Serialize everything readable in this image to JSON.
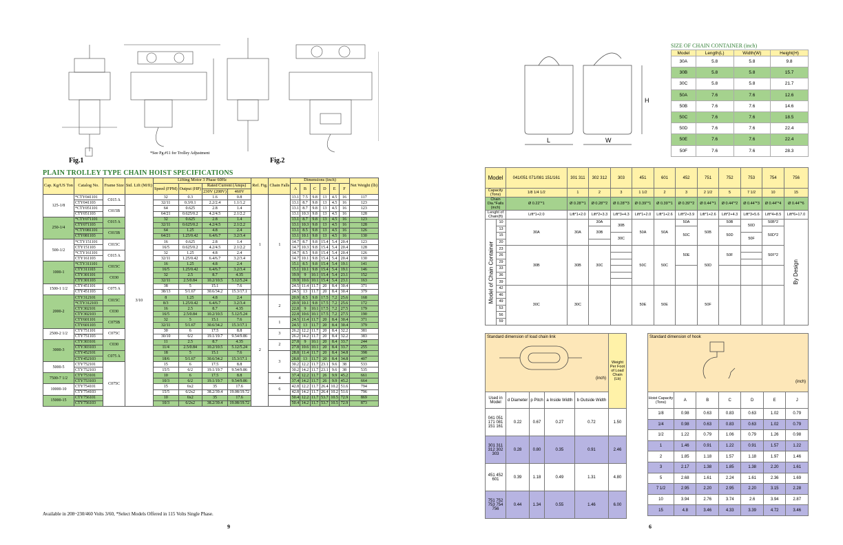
{
  "left_page": {
    "fig1": "Fig.1",
    "fig2": "Fig.2",
    "note": "*See Pg.#11 for Trolley Adjustment",
    "title": "PLAIN TROLLEY TYPE CHAIN HOIST SPECIFICATIONS",
    "headers": {
      "cap": "Cap. Kg/US Ton",
      "catalog": "Catalog No.",
      "frame": "Frame Size",
      "lift": "Std. Lift (M/ft)",
      "motor": "Lifting Motor 3 Phase 60Hz",
      "speed": "Speed (FPM)",
      "output": "Output (HP)",
      "rated": "Rated Current (Amps)",
      "v230": "230V (208V)",
      "v460": "460V",
      "ref": "Ref. Fig.",
      "falls": "Chain Falls",
      "dims": "Dimensions (inch)",
      "dA": "A",
      "dB": "B",
      "dC": "C",
      "dD": "D",
      "dE": "E",
      "dF": "F",
      "weight": "Net Weight (lb)"
    },
    "rows": [
      [
        "*CTY041101",
        "32",
        "0.3",
        "1.6",
        "0.8",
        "13.1",
        "7.5",
        "9.8",
        "13",
        "4.5",
        "16",
        "117"
      ],
      [
        "CTY041103",
        "32/11",
        "0.3/0.1",
        "2.2/2.4",
        "1.1/1.2",
        "13.1",
        "8.7",
        "9.8",
        "13",
        "4.5",
        "16",
        "123"
      ],
      [
        "*CTY051101",
        "64",
        "0.625",
        "2.8",
        "1.4",
        "13.1",
        "8.7",
        "9.8",
        "13",
        "4.5",
        "16",
        "123"
      ],
      [
        "CTY051103",
        "64/21",
        "0.625/0.2",
        "4.2/4.5",
        "2.1/2.2",
        "13.1",
        "10.3",
        "9.8",
        "13",
        "4.5",
        "16",
        "128"
      ],
      [
        "*CTY071101",
        "32",
        "0.625",
        "2.8",
        "1.4",
        "13.1",
        "8.7",
        "9.8",
        "13",
        "4.5",
        "16",
        "123"
      ],
      [
        "CTY071103",
        "32/11",
        "0.625/0.2",
        "4.2/4.5",
        "2.1/2.2",
        "13.1",
        "10.3",
        "9.8",
        "13",
        "4.5",
        "16",
        "128"
      ],
      [
        "*CTY081101",
        "64",
        "1.25",
        "4.8",
        "2.4",
        "13.1",
        "8.5",
        "9.8",
        "13",
        "4.5",
        "16",
        "126"
      ],
      [
        "CTY081103",
        "64/21",
        "1.25/0.42",
        "6.4/6.7",
        "3.2/3.4",
        "13.1",
        "10.1",
        "9.8",
        "13",
        "4.5",
        "16",
        "130"
      ],
      [
        "*CTY151101",
        "16",
        "0.625",
        "2.8",
        "1.4",
        "14.7",
        "8.7",
        "9.8",
        "15.4",
        "5.4",
        "20.4",
        "123"
      ],
      [
        "CTY151103",
        "16/5",
        "0.625/0.2",
        "4.2/4.5",
        "2.1/2.2",
        "14.7",
        "10.3",
        "9.8",
        "15.4",
        "5.4",
        "20.4",
        "128"
      ],
      [
        "*CTY161101",
        "32",
        "1.25",
        "4.8",
        "2.4",
        "14.7",
        "8.5",
        "9.8",
        "15.4",
        "5.4",
        "20.4",
        "126"
      ],
      [
        "CTY161103",
        "32/11",
        "1.25/0.42",
        "6.4/6.7",
        "3.2/3.4",
        "14.7",
        "10.1",
        "9.8",
        "15.4",
        "5.4",
        "20.4",
        "130"
      ],
      [
        "*CTY311101",
        "16",
        "1.25",
        "4.8",
        "2.4",
        "15.1",
        "8.5",
        "9.8",
        "15.4",
        "5.4",
        "19.1",
        "141"
      ],
      [
        "CTY311103",
        "16/5",
        "1.25/0.42",
        "6.4/6.7",
        "3.2/3.4",
        "15.1",
        "10.1",
        "9.8",
        "15.4",
        "5.4",
        "19.1",
        "146"
      ],
      [
        "CTY301101",
        "32",
        "2.5",
        "8.7",
        "4.35",
        "19.9",
        "9",
        "10.1",
        "15.4",
        "5.4",
        "23.1",
        "152"
      ],
      [
        "CTY301103",
        "32/11",
        "2.5/0.84",
        "10.2/10.5",
        "5.12/5.24",
        "19.9",
        "10.6",
        "10.1",
        "15.4",
        "5.4",
        "23.1",
        "163"
      ],
      [
        "CTY451101",
        "38",
        "5",
        "15.1",
        "7.6",
        "24.5",
        "11.4",
        "11.7",
        "20",
        "8.4",
        "30.4",
        "371"
      ],
      [
        "CTY451103",
        "38/13",
        "5/1.67",
        "30.6/34.2",
        "15.3/17.1",
        "24.5",
        "13",
        "11.7",
        "20",
        "8.4",
        "30.4",
        "379"
      ],
      [
        "CTY312101",
        "8",
        "1.25",
        "4.8",
        "2.4",
        "20.9",
        "8.5",
        "9.8",
        "17.5",
        "7.2",
        "25.6",
        "168"
      ],
      [
        "*CTY312103",
        "8/3",
        "1.25/0.42",
        "6.4/6.7",
        "3.2/3.4",
        "20.9",
        "10.1",
        "9.8",
        "17.5",
        "7.2",
        "25.6",
        "172"
      ],
      [
        "CTY302101",
        "16",
        "2.5",
        "8.7",
        "4.35",
        "22.8",
        "9",
        "10.1",
        "17.5",
        "7.2",
        "27.5",
        "179"
      ],
      [
        "CTY302103",
        "16/5",
        "2.5/0.84",
        "10.2/10.5",
        "5.12/5.24",
        "22.8",
        "10.6",
        "10.1",
        "17.5",
        "7.2",
        "27.5",
        "190"
      ],
      [
        "CTY601101",
        "32",
        "5",
        "15.1",
        "7.6",
        "24.5",
        "11.4",
        "11.7",
        "20",
        "8.4",
        "30.4",
        "371"
      ],
      [
        "CTY601103",
        "32/11",
        "5/1.67",
        "30.6/34.2",
        "15.3/17.1",
        "24.5",
        "13",
        "11.7",
        "20",
        "8.4",
        "30.4",
        "379"
      ],
      [
        "CTY751101",
        "30",
        "6",
        "17.5",
        "8.8",
        "26.2",
        "12.2",
        "11.7",
        "20",
        "8.4",
        "32.2",
        "381"
      ],
      [
        "CTY751103",
        "30/10",
        "6/2",
        "19.1/19.7",
        "9.54/9.86",
        "26.2",
        "14.2",
        "11.7",
        "20",
        "8.4",
        "32.2",
        "383"
      ],
      [
        "CTY303101",
        "11",
        "2.5",
        "8.7",
        "4.35",
        "27.8",
        "9",
        "10.1",
        "20",
        "8.4",
        "33.7",
        "244"
      ],
      [
        "CTY303103",
        "11/4",
        "2.5/0.84",
        "10.2/10.5",
        "5.12/5.24",
        "27.8",
        "10.6",
        "10.1",
        "20",
        "8.4",
        "33.7",
        "255"
      ],
      [
        "CTY452101",
        "18",
        "5",
        "15.1",
        "7.6",
        "28.8",
        "11.4",
        "11.7",
        "20",
        "8.4",
        "34.8",
        "398"
      ],
      [
        "CTY452103",
        "18/6",
        "5/1.67",
        "30.6/34.2",
        "15.3/17.1",
        "28.8",
        "13",
        "11.7",
        "20",
        "8.4",
        "34.8",
        "407"
      ],
      [
        "CTY752101",
        "15",
        "6",
        "17.5",
        "8.8",
        "30.2",
        "12.2",
        "11.7",
        "23.1",
        "9.6",
        "38",
        "533"
      ],
      [
        "CTY752103",
        "15/5",
        "6/2",
        "19.1/19.7",
        "9.54/9.86",
        "30.2",
        "14.2",
        "11.7",
        "23.1",
        "9.6",
        "38",
        "535"
      ],
      [
        "CTY753101",
        "10",
        "6",
        "17.5",
        "8.8",
        "37.4",
        "12.2",
        "11.7",
        "26",
        "9.9",
        "45.2",
        "661"
      ],
      [
        "CTY753103",
        "10/3",
        "6/2",
        "19.1/19.7",
        "9.54/9.86",
        "37.4",
        "14.2",
        "11.7",
        "26",
        "9.9",
        "45.2",
        "664"
      ],
      [
        "CTY754101",
        "15",
        "6x2",
        "35",
        "17.6",
        "42.8",
        "12.2",
        "11.7",
        "26.4",
        "10.2",
        "51.6",
        "794"
      ],
      [
        "CTY754103",
        "15/5",
        "6/2x2",
        "38.2/39.4",
        "19.08/19.72",
        "42.8",
        "14.2",
        "11.7",
        "26.4",
        "10.2",
        "51.6",
        "796"
      ],
      [
        "CTY756101",
        "10",
        "6x2",
        "35",
        "17.6",
        "50.4",
        "12.2",
        "11.7",
        "53.7",
        "10.5",
        "72.9",
        "869"
      ],
      [
        "CTY756103",
        "10/3",
        "6/2x2",
        "38.2/39.4",
        "19.08/19.72",
        "50.4",
        "14.2",
        "11.7",
        "53.7",
        "10.5",
        "72.9",
        "873"
      ]
    ],
    "caps": [
      "125-1/8",
      "250-1/4",
      "500-1/2",
      "1000-1",
      "1500-1 1/2",
      "2000-2",
      "2500-2 1/2",
      "3000-3",
      "5000-5",
      "7500-7 1/2",
      "10000-10",
      "15000-15"
    ],
    "frames": [
      "C015 A",
      "C015B",
      "C015 A",
      "C015B",
      "C015C",
      "C015 A",
      "C015C",
      "C030",
      "C075 A",
      "C015C",
      "C030",
      "C075B",
      "C075C",
      "C030",
      "C075 A",
      "C075C"
    ],
    "lift": "3/10",
    "ref": [
      "1",
      "2"
    ],
    "falls": [
      "1",
      "2",
      "1",
      "3",
      "2",
      "3",
      "4",
      "6"
    ],
    "footnote": "Available in 208~230/460 Volts 3/60, *Select Models Offered in 115 Volts Single Phase.",
    "page_number": "9"
  },
  "right_page": {
    "container_title": "SIZE OF CHAIN CONTAINER  (inch)",
    "container_headers": [
      "Model",
      "Length(L)",
      "Width(W)",
      "Height(H)"
    ],
    "containers": [
      [
        "30A",
        "5.8",
        "5.8",
        "9.8"
      ],
      [
        "30B",
        "5.8",
        "5.8",
        "15.7"
      ],
      [
        "30C",
        "5.8",
        "5.8",
        "21.7"
      ],
      [
        "50A",
        "7.6",
        "7.6",
        "12.6"
      ],
      [
        "50B",
        "7.6",
        "7.6",
        "14.6"
      ],
      [
        "50C",
        "7.6",
        "7.6",
        "18.5"
      ],
      [
        "50D",
        "7.6",
        "7.6",
        "22.4"
      ],
      [
        "50E",
        "7.6",
        "7.6",
        "22.4"
      ],
      [
        "50F",
        "7.6",
        "7.6",
        "28.3"
      ]
    ],
    "dim_labels": {
      "L": "L",
      "W": "W",
      "H": "H"
    },
    "model_table": {
      "model_label": "Model",
      "models": [
        "041/051 071/081 151/161",
        "301 311",
        "302 312",
        "303",
        "451",
        "601",
        "452",
        "751",
        "752",
        "753",
        "754",
        "756"
      ],
      "capacity_label": "Capacity (Tons)",
      "capacity": [
        "1/8 1/4 1/2",
        "1",
        "2",
        "3",
        "1 1/2",
        "2",
        "3",
        "2 1/2",
        "5",
        "7 1/2",
        "10",
        "15"
      ],
      "chain_label": "Chain Dia.*Falls (inch)",
      "chain": [
        "Ø 0.22\"*1",
        "Ø 0.28\"*1",
        "Ø 0.28\"*2",
        "Ø 0.28\"*3",
        "Ø 0.39\"*1",
        "Ø 0.39\"*1",
        "Ø 0.39\"*2",
        "Ø 0.44\"*1",
        "Ø 0.44\"*2",
        "Ø 0.44\"*3",
        "Ø 0.44\"*4",
        "Ø 0.44\"*6"
      ],
      "length_label": "Lenght of Chain(ft)",
      "lengths": [
        "Lift*1+2.0",
        "Lift*1+2.0",
        "Lift*2+3.3",
        "Lift*3+4.3",
        "Lift*1+2.0",
        "Lift*1+2.6",
        "Lift*2+3.9",
        "Lift*1+2.6",
        "Lift*2+4.3",
        "Lift*3+5.6",
        "Lift*4+8.5",
        "Lift*6+17.0"
      ],
      "side_label": "Model of Chain Container",
      "lifts": [
        "10",
        "13",
        "15",
        "20",
        "23",
        "26",
        "29",
        "33",
        "36",
        "39",
        "42",
        "46",
        "49",
        "53",
        "56",
        "59"
      ],
      "by_design": "By Design",
      "cells": [
        "30A",
        "30A",
        "30A",
        "30B",
        "30B",
        "50A",
        "50A",
        "50A",
        "50B",
        "50B",
        "50B",
        "50B*2",
        "50D",
        "50D",
        "50D*2",
        "50F",
        "30C",
        "30C",
        "50C",
        "50E",
        "50F",
        "50F*2",
        "30B",
        "30B",
        "50C",
        "50C",
        "50D",
        "30C",
        "30C",
        "50E",
        "50E",
        "50F"
      ]
    },
    "link_table": {
      "title": "Standard dimension of load chain link",
      "inch": "(inch)",
      "weight_label": "Weight Per Foot of Load Chain (Lb)",
      "headers": [
        "Used in Model",
        "d Diameter",
        "p Pitch",
        "a Inside Width",
        "b Outside Width"
      ],
      "rows": [
        [
          "041 051 171 081 151 161",
          "0.22",
          "0.67",
          "0.27",
          "0.72",
          "1.50"
        ],
        [
          "301 311 312 302 303",
          "0.28",
          "0.80",
          "0.35",
          "0.91",
          "2.46"
        ],
        [
          "451 452 601",
          "0.39",
          "1.18",
          "0.49",
          "1.31",
          "4.80"
        ],
        [
          "751 752 753 754 756",
          "0.44",
          "1.34",
          "0.55",
          "1.46",
          "6.00"
        ]
      ]
    },
    "hook_table": {
      "title": "Standard dimension of hook",
      "inch": "(inch)",
      "headers": [
        "Hoist Capacity (Tons)",
        "A",
        "B",
        "C",
        "D",
        "E",
        "J"
      ],
      "rows": [
        [
          "1/8",
          "0.98",
          "0.63",
          "0.83",
          "0.63",
          "1.02",
          "0.79"
        ],
        [
          "1/4",
          "0.98",
          "0.63",
          "0.83",
          "0.63",
          "1.02",
          "0.79"
        ],
        [
          "1/2",
          "1.22",
          "0.79",
          "1.06",
          "0.79",
          "1.26",
          "0.98"
        ],
        [
          "1",
          "1.46",
          "0.91",
          "1.22",
          "0.91",
          "1.57",
          "1.22"
        ],
        [
          "2",
          "1.85",
          "1.18",
          "1.57",
          "1.18",
          "1.97",
          "1.46"
        ],
        [
          "3",
          "2.17",
          "1.38",
          "1.85",
          "1.38",
          "2.20",
          "1.61"
        ],
        [
          "5",
          "2.68",
          "1.61",
          "2.24",
          "1.61",
          "2.36",
          "1.69"
        ],
        [
          "7 1/2",
          "2.95",
          "2.20",
          "2.95",
          "2.20",
          "3.15",
          "2.28"
        ],
        [
          "10",
          "3.94",
          "2.76",
          "3.74",
          "2.6",
          "3.94",
          "2.87"
        ],
        [
          "15",
          "4.8",
          "3.46",
          "4.33",
          "3.39",
          "4.72",
          "3.46"
        ]
      ]
    },
    "page_number": "6"
  }
}
